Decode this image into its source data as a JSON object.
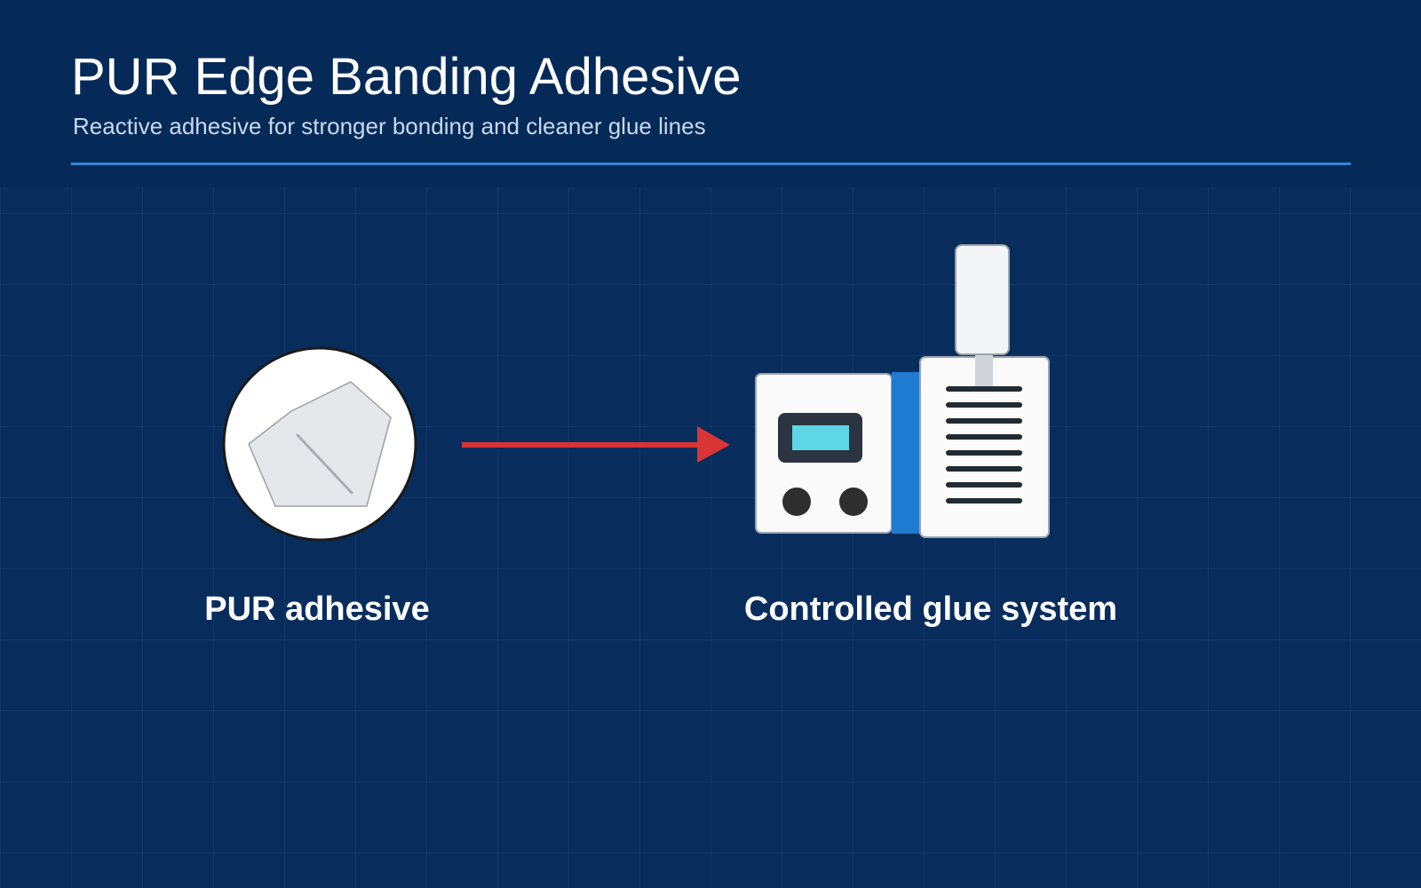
{
  "header": {
    "title": "PUR Edge Banding Adhesive",
    "subtitle": "Reactive adhesive for stronger bonding and cleaner glue lines"
  },
  "diagram": {
    "left_node": {
      "label": "PUR adhesive",
      "icon": "adhesive-granule-icon"
    },
    "right_node": {
      "label": "Controlled glue system",
      "icon": "glue-machine-icon"
    },
    "connector": {
      "icon": "arrow-right-icon",
      "color": "#d93535"
    }
  },
  "colors": {
    "background": "#082d5d",
    "header_background": "#062a58",
    "divider": "#2f86d6",
    "arrow": "#d93535",
    "machine_accent": "#1f7bd1",
    "display_screen": "#5dd6e6"
  }
}
